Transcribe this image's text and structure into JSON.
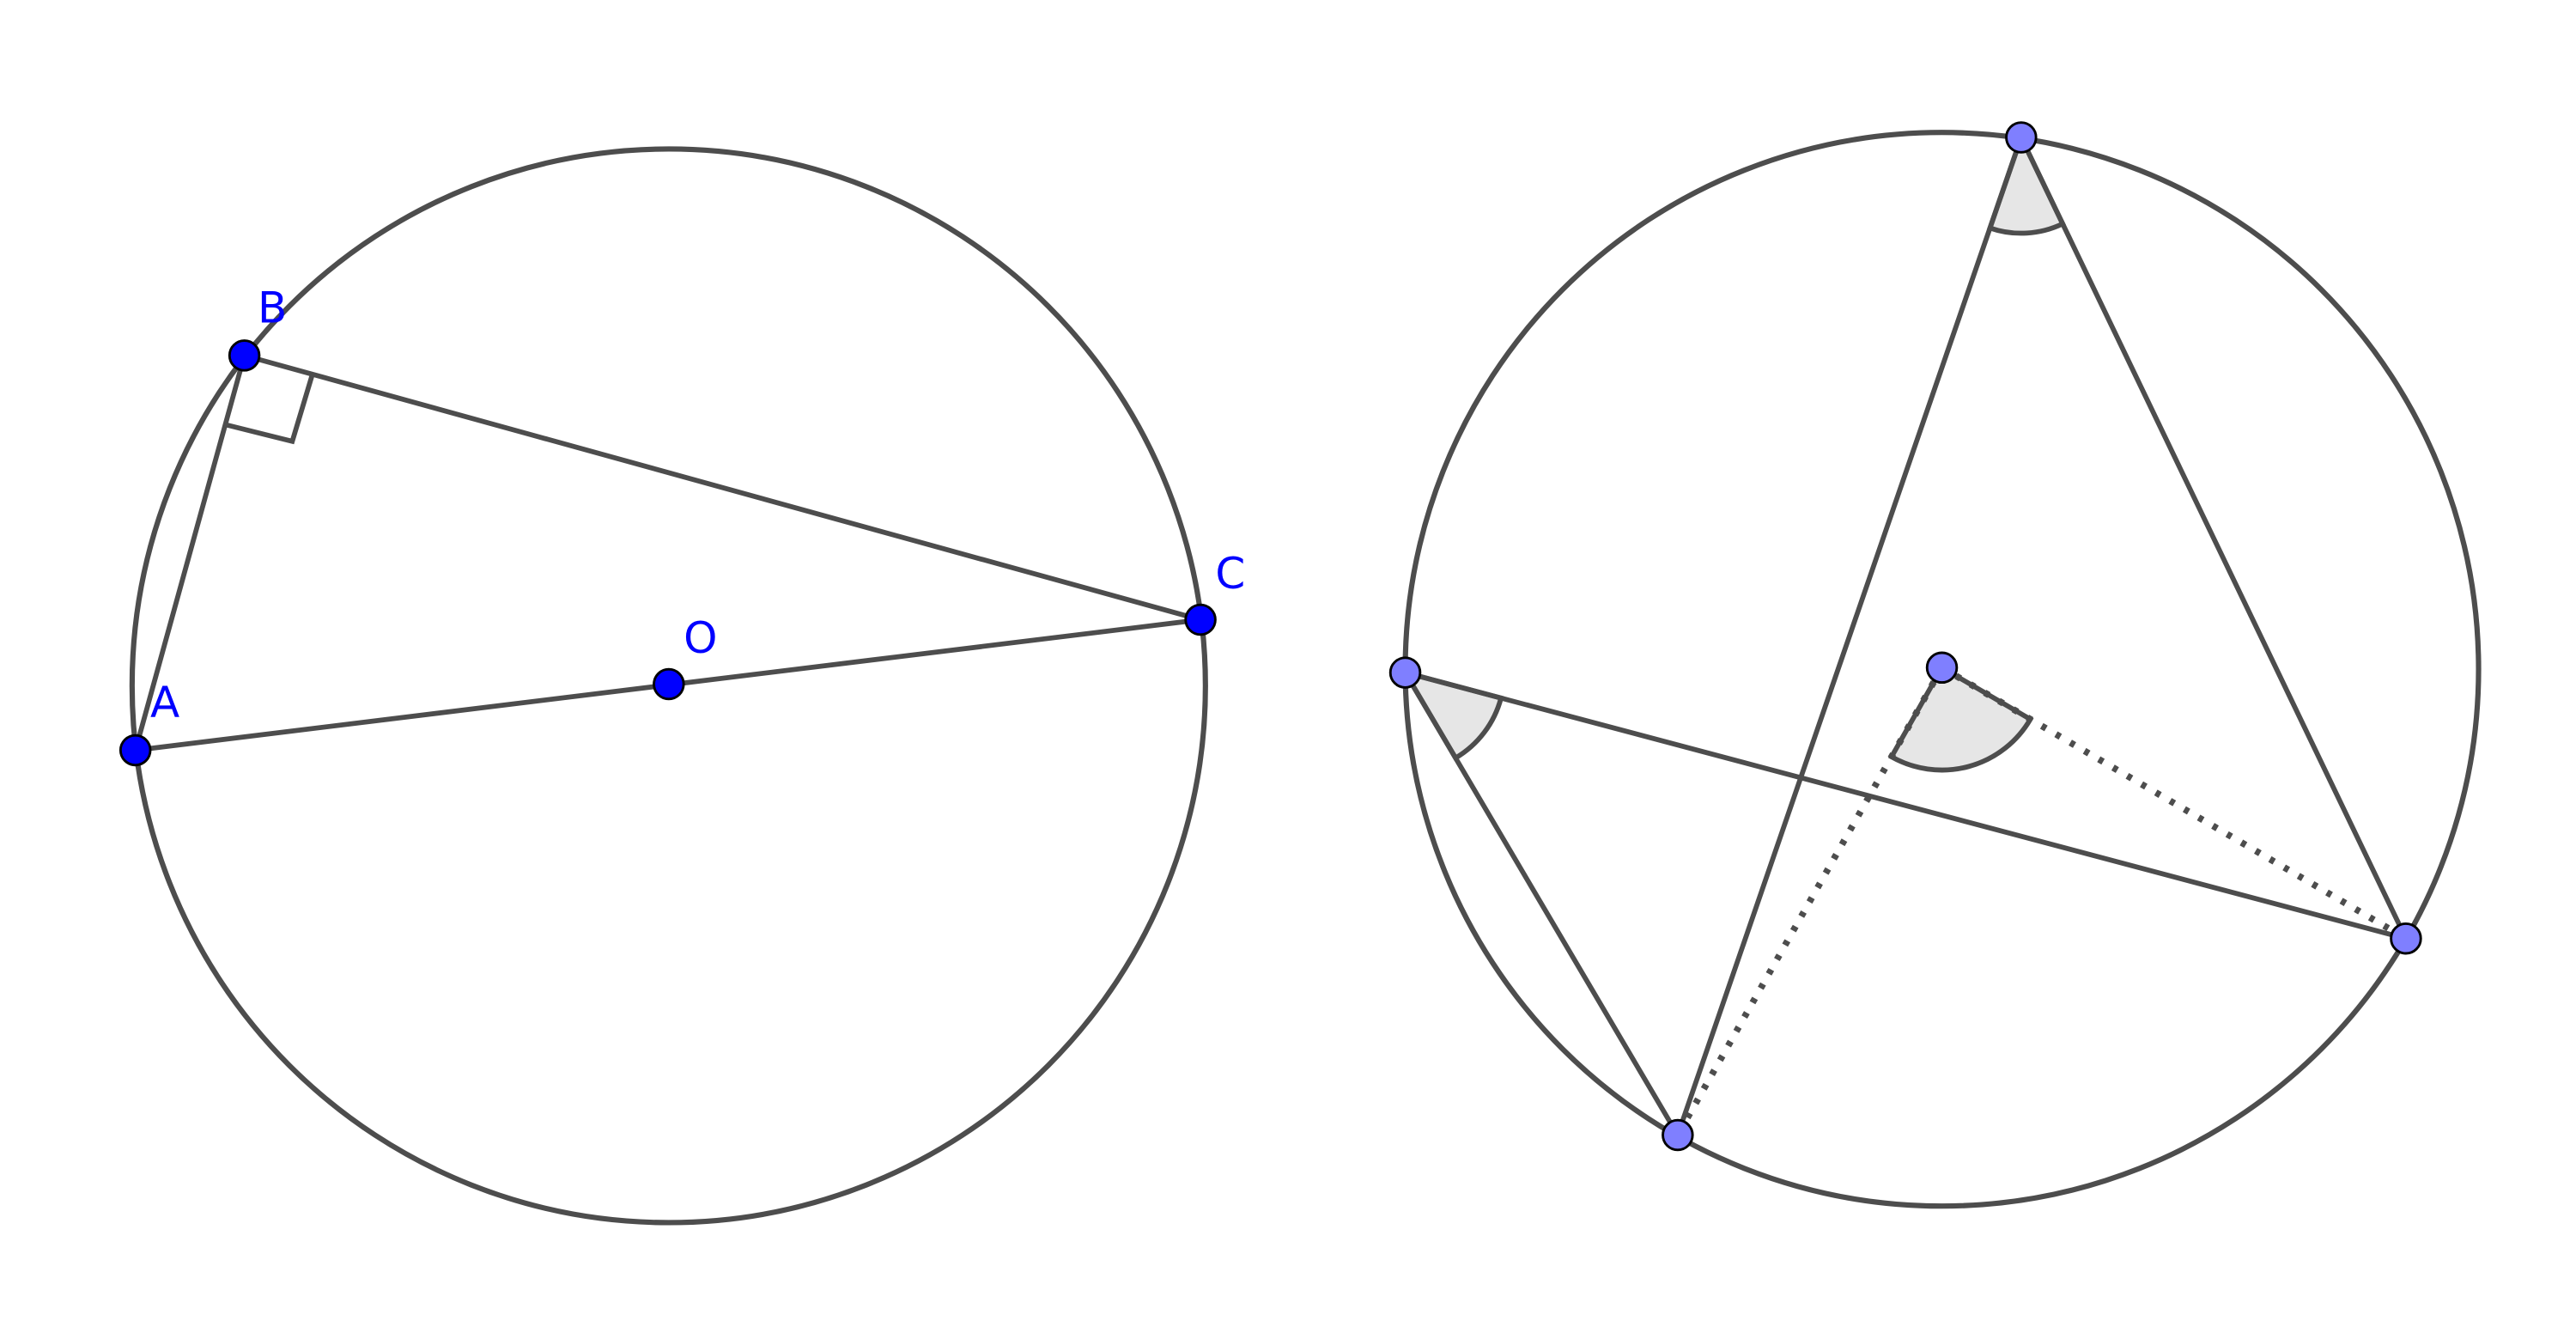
{
  "left_figure": {
    "labels": {
      "A": "A",
      "B": "B",
      "C": "C",
      "O": "O"
    },
    "point_color": "#0000ff",
    "right_angle_at": "B"
  },
  "right_figure": {
    "point_color": "#7f7fff",
    "angle_fill": "#e6e6e6"
  },
  "line_color": "#4d4d4d"
}
